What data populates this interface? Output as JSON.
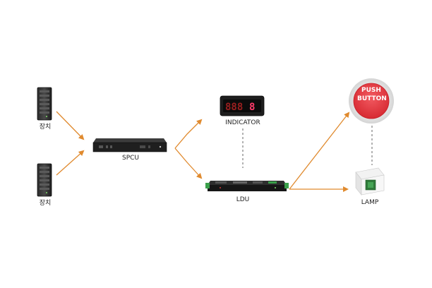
{
  "labels": {
    "server_1": "장치",
    "server_2": "장치",
    "spcu": "SPCU",
    "indicator": "INDICATOR",
    "ldu": "LDU",
    "lamp": "LAMP"
  },
  "push_button": {
    "line1": "PUSH",
    "line2": "BUTTON"
  },
  "indicator_display": {
    "digits": "888",
    "last_digit": "8"
  },
  "colors": {
    "arrow": "#e08a2e",
    "dashed_line": "#666666",
    "indicator_digits": "#9a1f1f",
    "indicator_last_digit": "#ff3b6b",
    "button_red": "#e0353d"
  }
}
